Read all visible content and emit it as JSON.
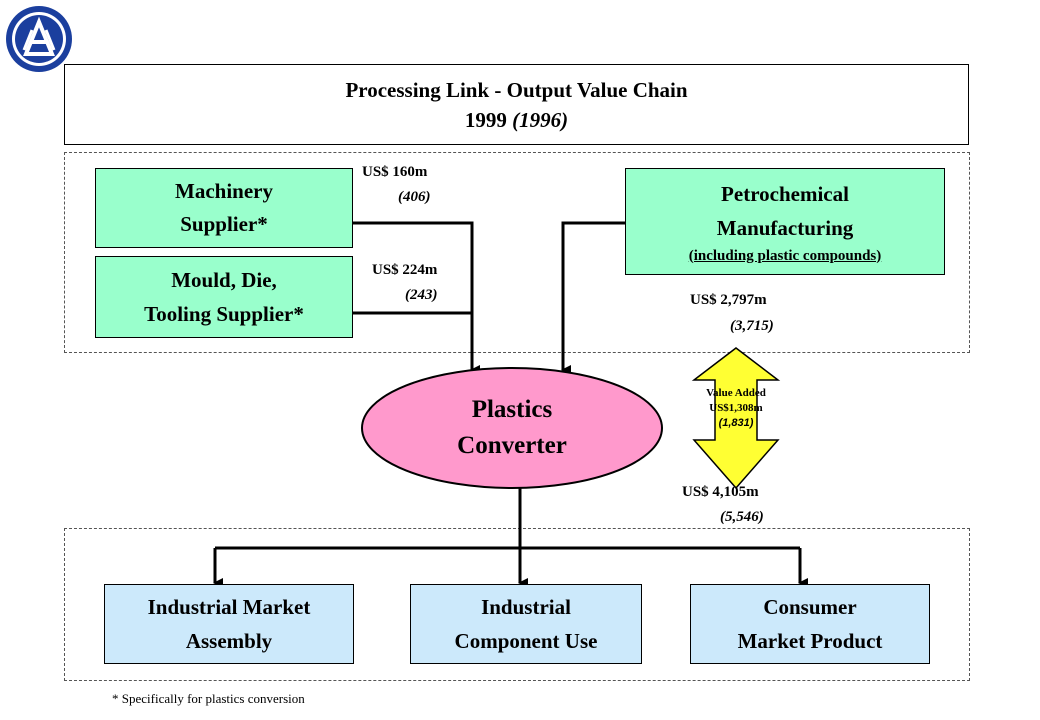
{
  "title": {
    "line1": "Processing Link - Output Value Chain",
    "line2_year": "1999",
    "line2_paren": "(1996)"
  },
  "machinery": {
    "line1": "Machinery",
    "line2": "Supplier*",
    "value": "US$ 160m",
    "paren": "(406)"
  },
  "mould": {
    "line1": "Mould, Die,",
    "line2": "Tooling Supplier*",
    "value": "US$ 224m",
    "paren": "(243)"
  },
  "petro": {
    "line1": "Petrochemical",
    "line2": "Manufacturing",
    "line3": "(including plastic compounds)",
    "value": "US$ 2,797m",
    "paren": "(3,715)"
  },
  "converter": {
    "line1": "Plastics",
    "line2": "Converter"
  },
  "value_added": {
    "line1": "Value Added",
    "line2": "US$1,308m",
    "line3": "(1,831)"
  },
  "output": {
    "value": "US$ 4,105m",
    "paren": "(5,546)"
  },
  "outputs": [
    {
      "line1": "Industrial Market",
      "line2": "Assembly"
    },
    {
      "line1": "Industrial",
      "line2": "Component Use"
    },
    {
      "line1": "Consumer",
      "line2": "Market Product"
    }
  ],
  "footnote": "* Specifically for plastics conversion",
  "colors": {
    "supplier_fill": "#99ffcc",
    "converter_fill": "#ff99cc",
    "output_fill": "#cce9fb",
    "arrow_fill": "#ffff33",
    "logo": "#1b3f9e"
  }
}
